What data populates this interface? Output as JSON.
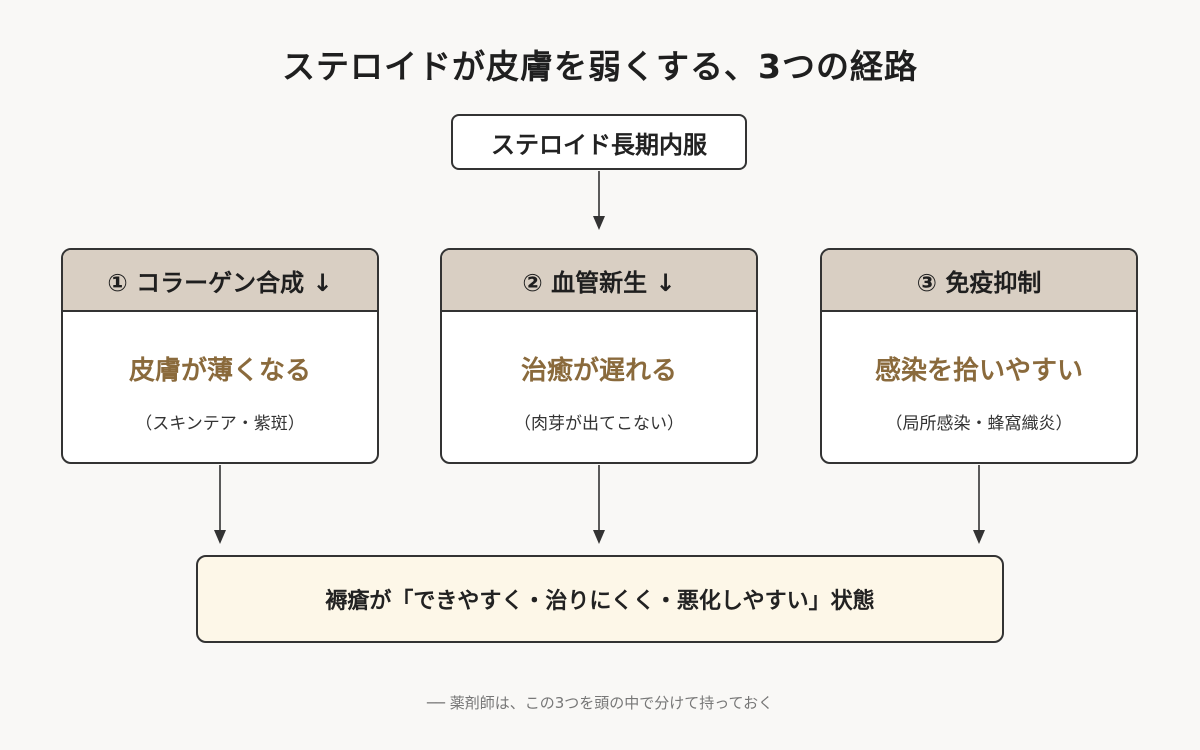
{
  "title": "ステロイドが皮膚を弱くする、3つの経路",
  "source": "ステロイド長期内服",
  "pathways": [
    {
      "header": "① コラーゲン合成 ↓",
      "effect": "皮膚が薄くなる",
      "detail": "（スキンテア・紫斑）"
    },
    {
      "header": "② 血管新生 ↓",
      "effect": "治癒が遅れる",
      "detail": "（肉芽が出てこない）"
    },
    {
      "header": "③ 免疫抑制",
      "effect": "感染を拾いやすい",
      "detail": "（局所感染・蜂窩織炎）"
    }
  ],
  "result": "褥瘡が「できやすく・治りにくく・悪化しやすい」状態",
  "footer": "── 薬剤師は、この3つを頭の中で分けて持っておく",
  "colors": {
    "card_header": "#d9cfc3",
    "effect_text": "#8a6a3c",
    "result_bg": "#fdf7e8"
  }
}
